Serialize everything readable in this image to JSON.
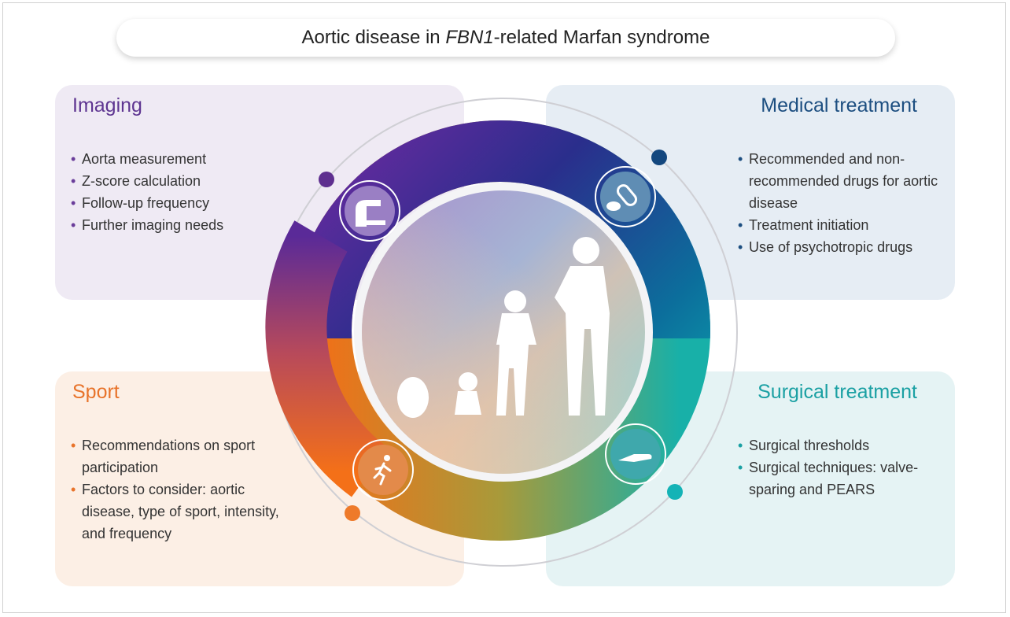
{
  "title": {
    "prefix": "Aortic disease in ",
    "gene": "FBN1",
    "suffix": "-related Marfan syndrome"
  },
  "panels": {
    "imaging": {
      "heading": "Imaging",
      "color": "#5e3591",
      "items": [
        "Aorta measurement",
        "Z-score calculation",
        "Follow-up frequency",
        "Further imaging needs"
      ],
      "icon": "imaging-scanner-icon"
    },
    "medical": {
      "heading": "Medical treatment",
      "color": "#1c4e80",
      "items": [
        "Recommended and non-recommended drugs for aortic disease",
        "Treatment initiation",
        "Use of psychotropic drugs"
      ],
      "icon": "pills-icon"
    },
    "sport": {
      "heading": "Sport",
      "color": "#e8732a",
      "items": [
        "Recommendations on sport participation",
        "Factors to consider: aortic disease, type of sport, intensity, and frequency"
      ],
      "icon": "running-person-icon"
    },
    "surgical": {
      "heading": "Surgical treatment",
      "color": "#1aa0a3",
      "items": [
        "Surgical thresholds",
        "Surgical techniques: valve-sparing and PEARS"
      ],
      "icon": "scalpel-hand-icon"
    }
  }
}
